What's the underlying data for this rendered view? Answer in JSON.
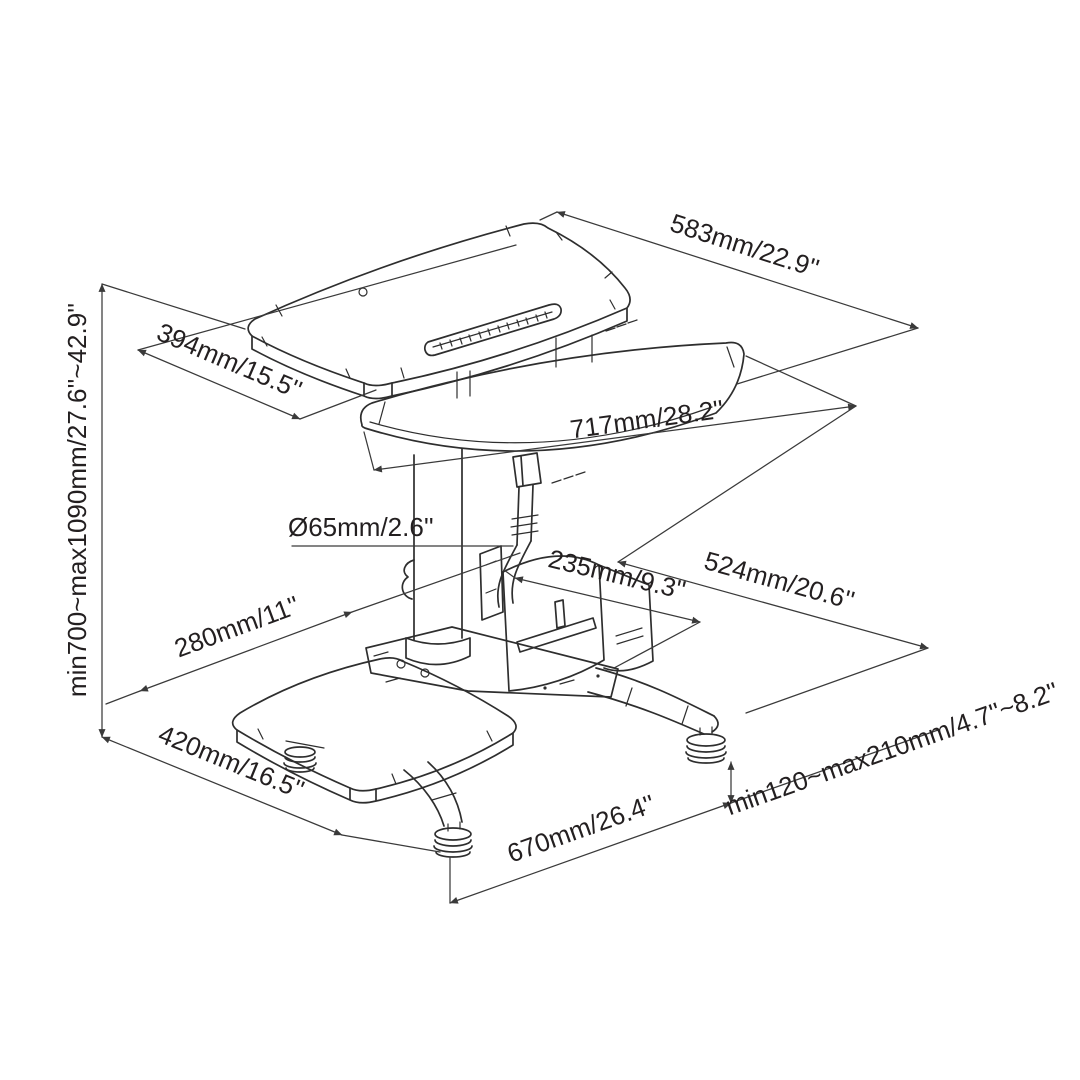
{
  "figure": {
    "type": "technical-line-drawing",
    "subject": "Height adjustable sit-stand workstation — dimension diagram"
  },
  "labels": {
    "top_width": "583mm/22.9''",
    "top_depth": "394mm/15.5''",
    "height_range": "min700~max1090mm/27.6''~42.9''",
    "tray_width": "717mm/28.2''",
    "pole_diameter": "Ø65mm/2.6''",
    "mid_depth": "524mm/20.6''",
    "cpu_holder_width": "235mm/9.3''",
    "footrest_depth": "280mm/11''",
    "footrest_width": "420mm/16.5''",
    "base_width": "670mm/26.4''",
    "foot_height_range": "min120~max210mm/4.7''~8.2''"
  },
  "colors": {
    "line": "#2e2e2e",
    "dimension_line": "#3a3a3a",
    "background": "#ffffff",
    "text": "#231f20"
  }
}
